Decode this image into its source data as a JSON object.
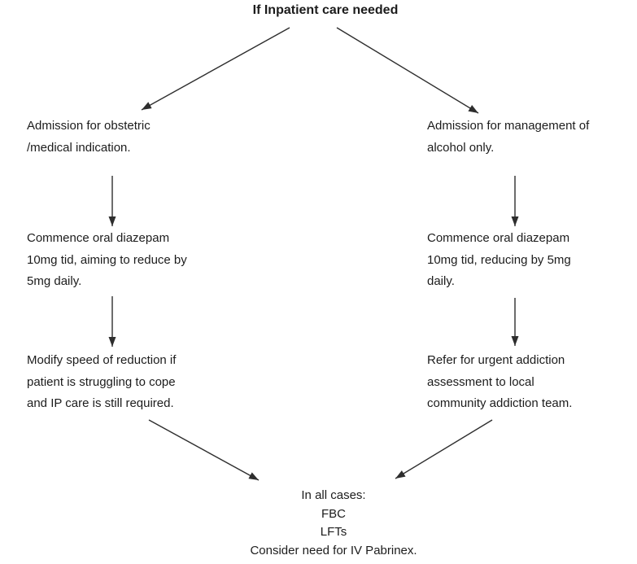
{
  "flowchart": {
    "title": "If Inpatient care needed",
    "nodes": {
      "admission_obstetric": {
        "lines": [
          "Admission for obstetric",
          "/medical indication."
        ]
      },
      "admission_alcohol": {
        "lines": [
          "Admission for management of",
          "alcohol only."
        ]
      },
      "diazepam_obstetric": {
        "lines": [
          "Commence oral diazepam",
          "10mg tid, aiming to reduce by",
          "5mg daily."
        ]
      },
      "diazepam_alcohol": {
        "lines": [
          "Commence oral diazepam",
          "10mg tid, reducing by 5mg",
          "daily."
        ]
      },
      "modify_speed": {
        "lines": [
          "Modify speed of reduction if",
          "patient is struggling to cope",
          "and IP care is still required."
        ]
      },
      "refer_addiction": {
        "lines": [
          "Refer for urgent addiction",
          "assessment to local",
          "community addiction team."
        ]
      },
      "in_all_cases": {
        "lines": [
          "In all cases:",
          "FBC",
          "LFTs",
          "Consider need for IV Pabrinex."
        ]
      }
    },
    "colors": {
      "text": "#1c1c1c",
      "line": "#2e2e2e",
      "background": "#ffffff"
    }
  }
}
